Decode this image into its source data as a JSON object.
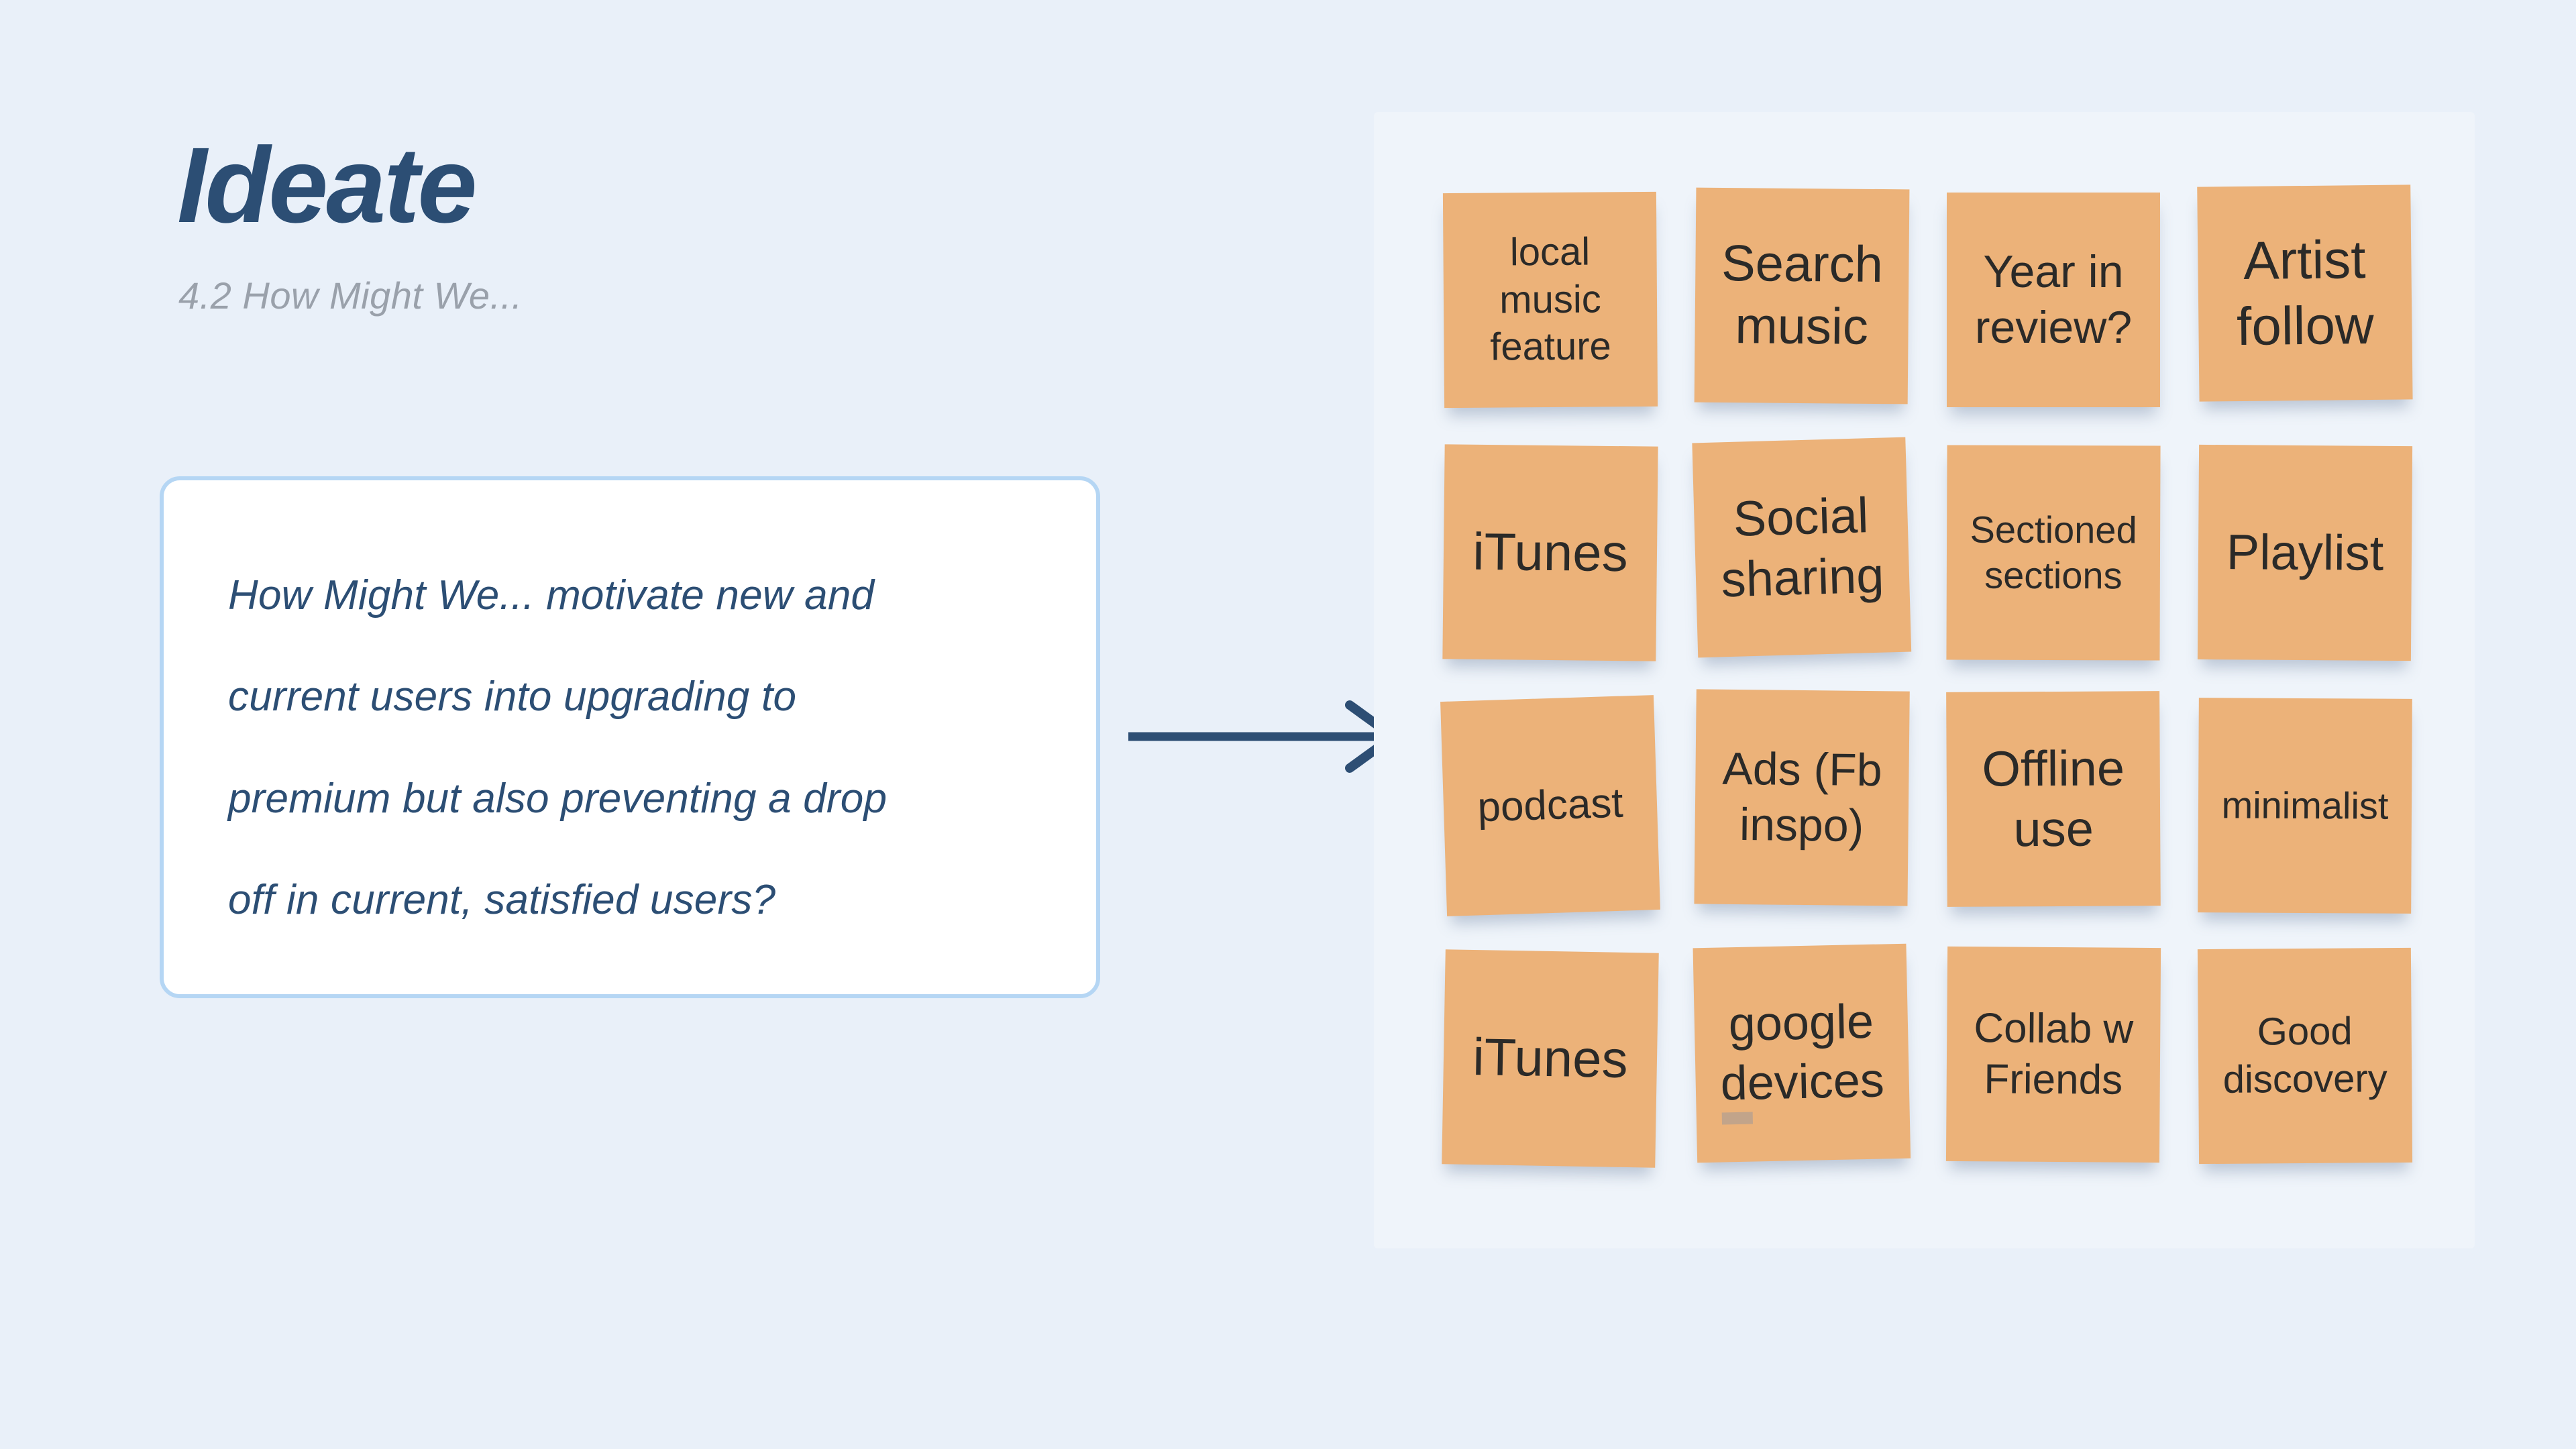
{
  "page": {
    "background_color": "#e9f0f9"
  },
  "header": {
    "title": "Ideate",
    "subtitle": "4.2 How Might We...",
    "title_color": "#2c4e74",
    "subtitle_color": "#9aa1ab"
  },
  "hmw_card": {
    "background_color": "#ffffff",
    "border_color": "#b5d6f4",
    "text_color": "#2c4e74",
    "lines": [
      "How Might We... motivate new and",
      "current users into upgrading to",
      "premium but also preventing a drop",
      "off in current, satisfied users?"
    ]
  },
  "arrow": {
    "direction": "right",
    "color": "#2d4e74"
  },
  "board": {
    "background_color": "#eff4fa",
    "note_color": "#ecb279",
    "note_text_color": "#2b2a28",
    "notes": [
      {
        "label": "local music feature"
      },
      {
        "label": "Search music"
      },
      {
        "label": "Year in review?"
      },
      {
        "label": "Artist follow"
      },
      {
        "label": "iTunes"
      },
      {
        "label": "Social sharing"
      },
      {
        "label": "Sectioned sections"
      },
      {
        "label": "Playlist"
      },
      {
        "label": "podcast"
      },
      {
        "label": "Ads (Fb inspo)"
      },
      {
        "label": "Offline use"
      },
      {
        "label": "minimalist"
      },
      {
        "label": "iTunes"
      },
      {
        "label": "google devices"
      },
      {
        "label": "Collab w Friends"
      },
      {
        "label": "Good discovery"
      }
    ]
  }
}
